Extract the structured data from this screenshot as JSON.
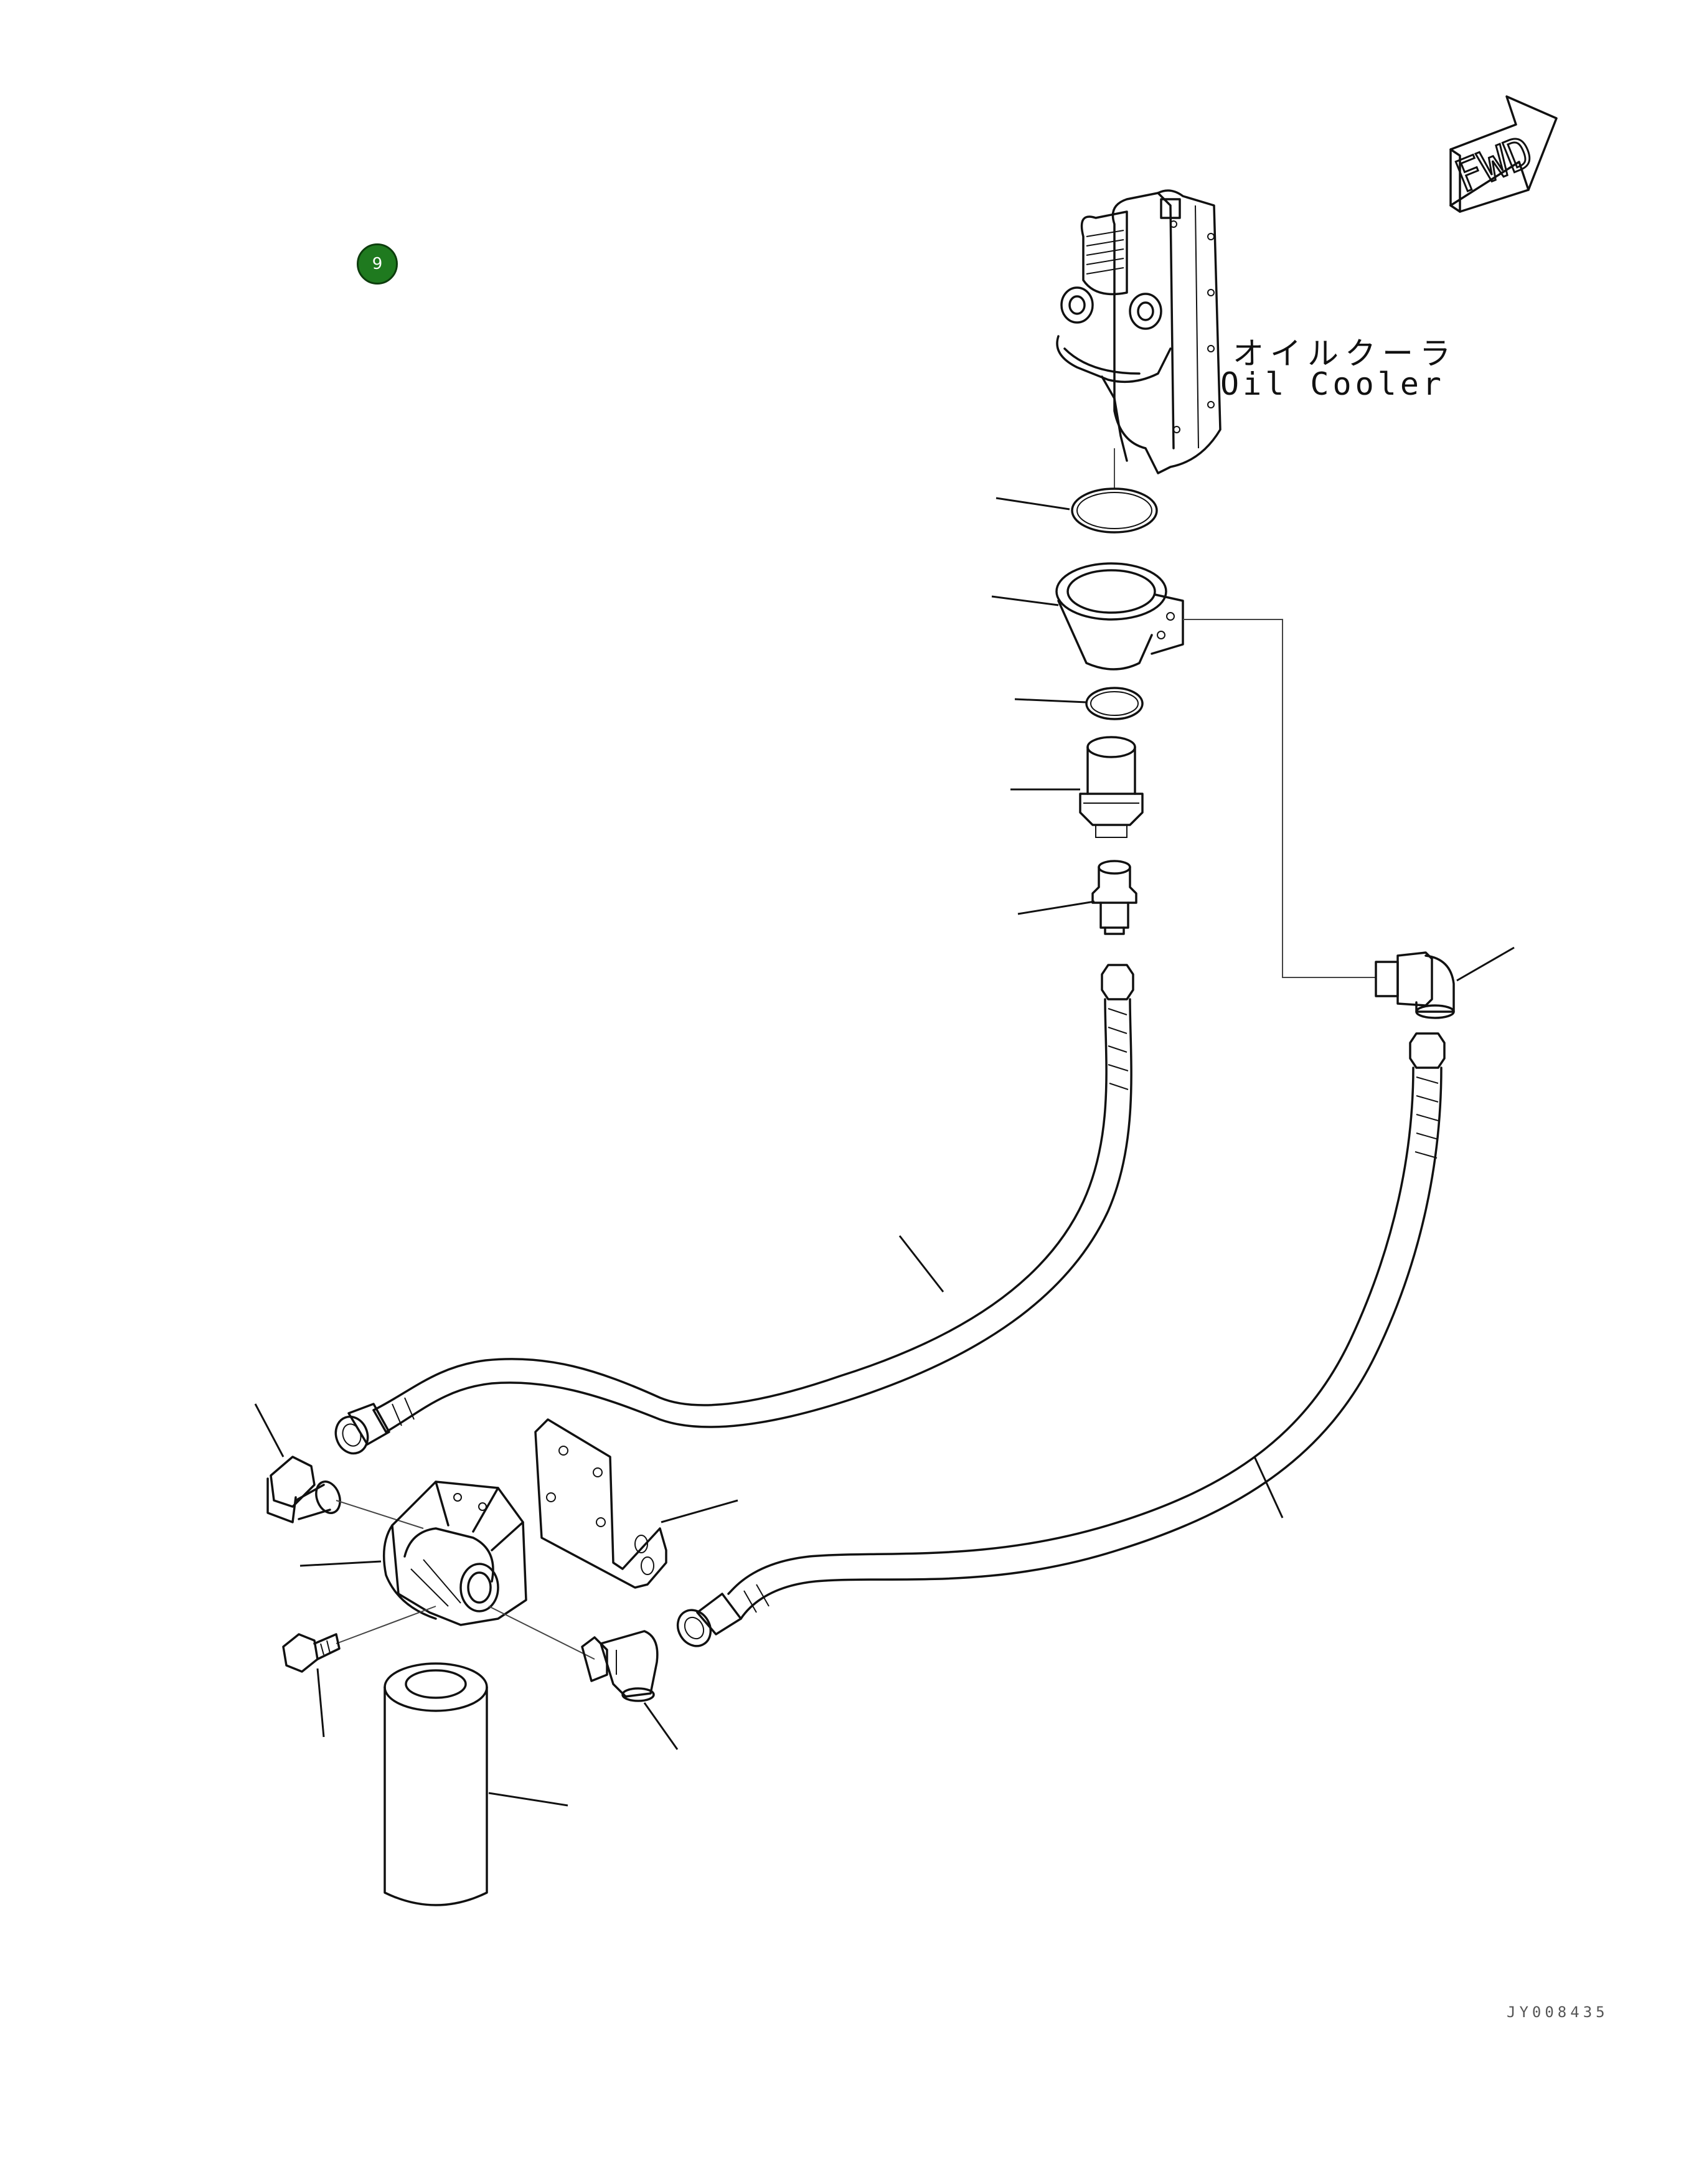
{
  "callout": {
    "number": "9",
    "color": "#1f7a1f"
  },
  "labels": {
    "oil_cooler_jp": "オイルクーラ",
    "oil_cooler_en": "Oil Cooler",
    "fwd": "FWD",
    "drawing_number": "JY008435"
  },
  "colors": {
    "line": "#111111",
    "background": "#ffffff"
  }
}
